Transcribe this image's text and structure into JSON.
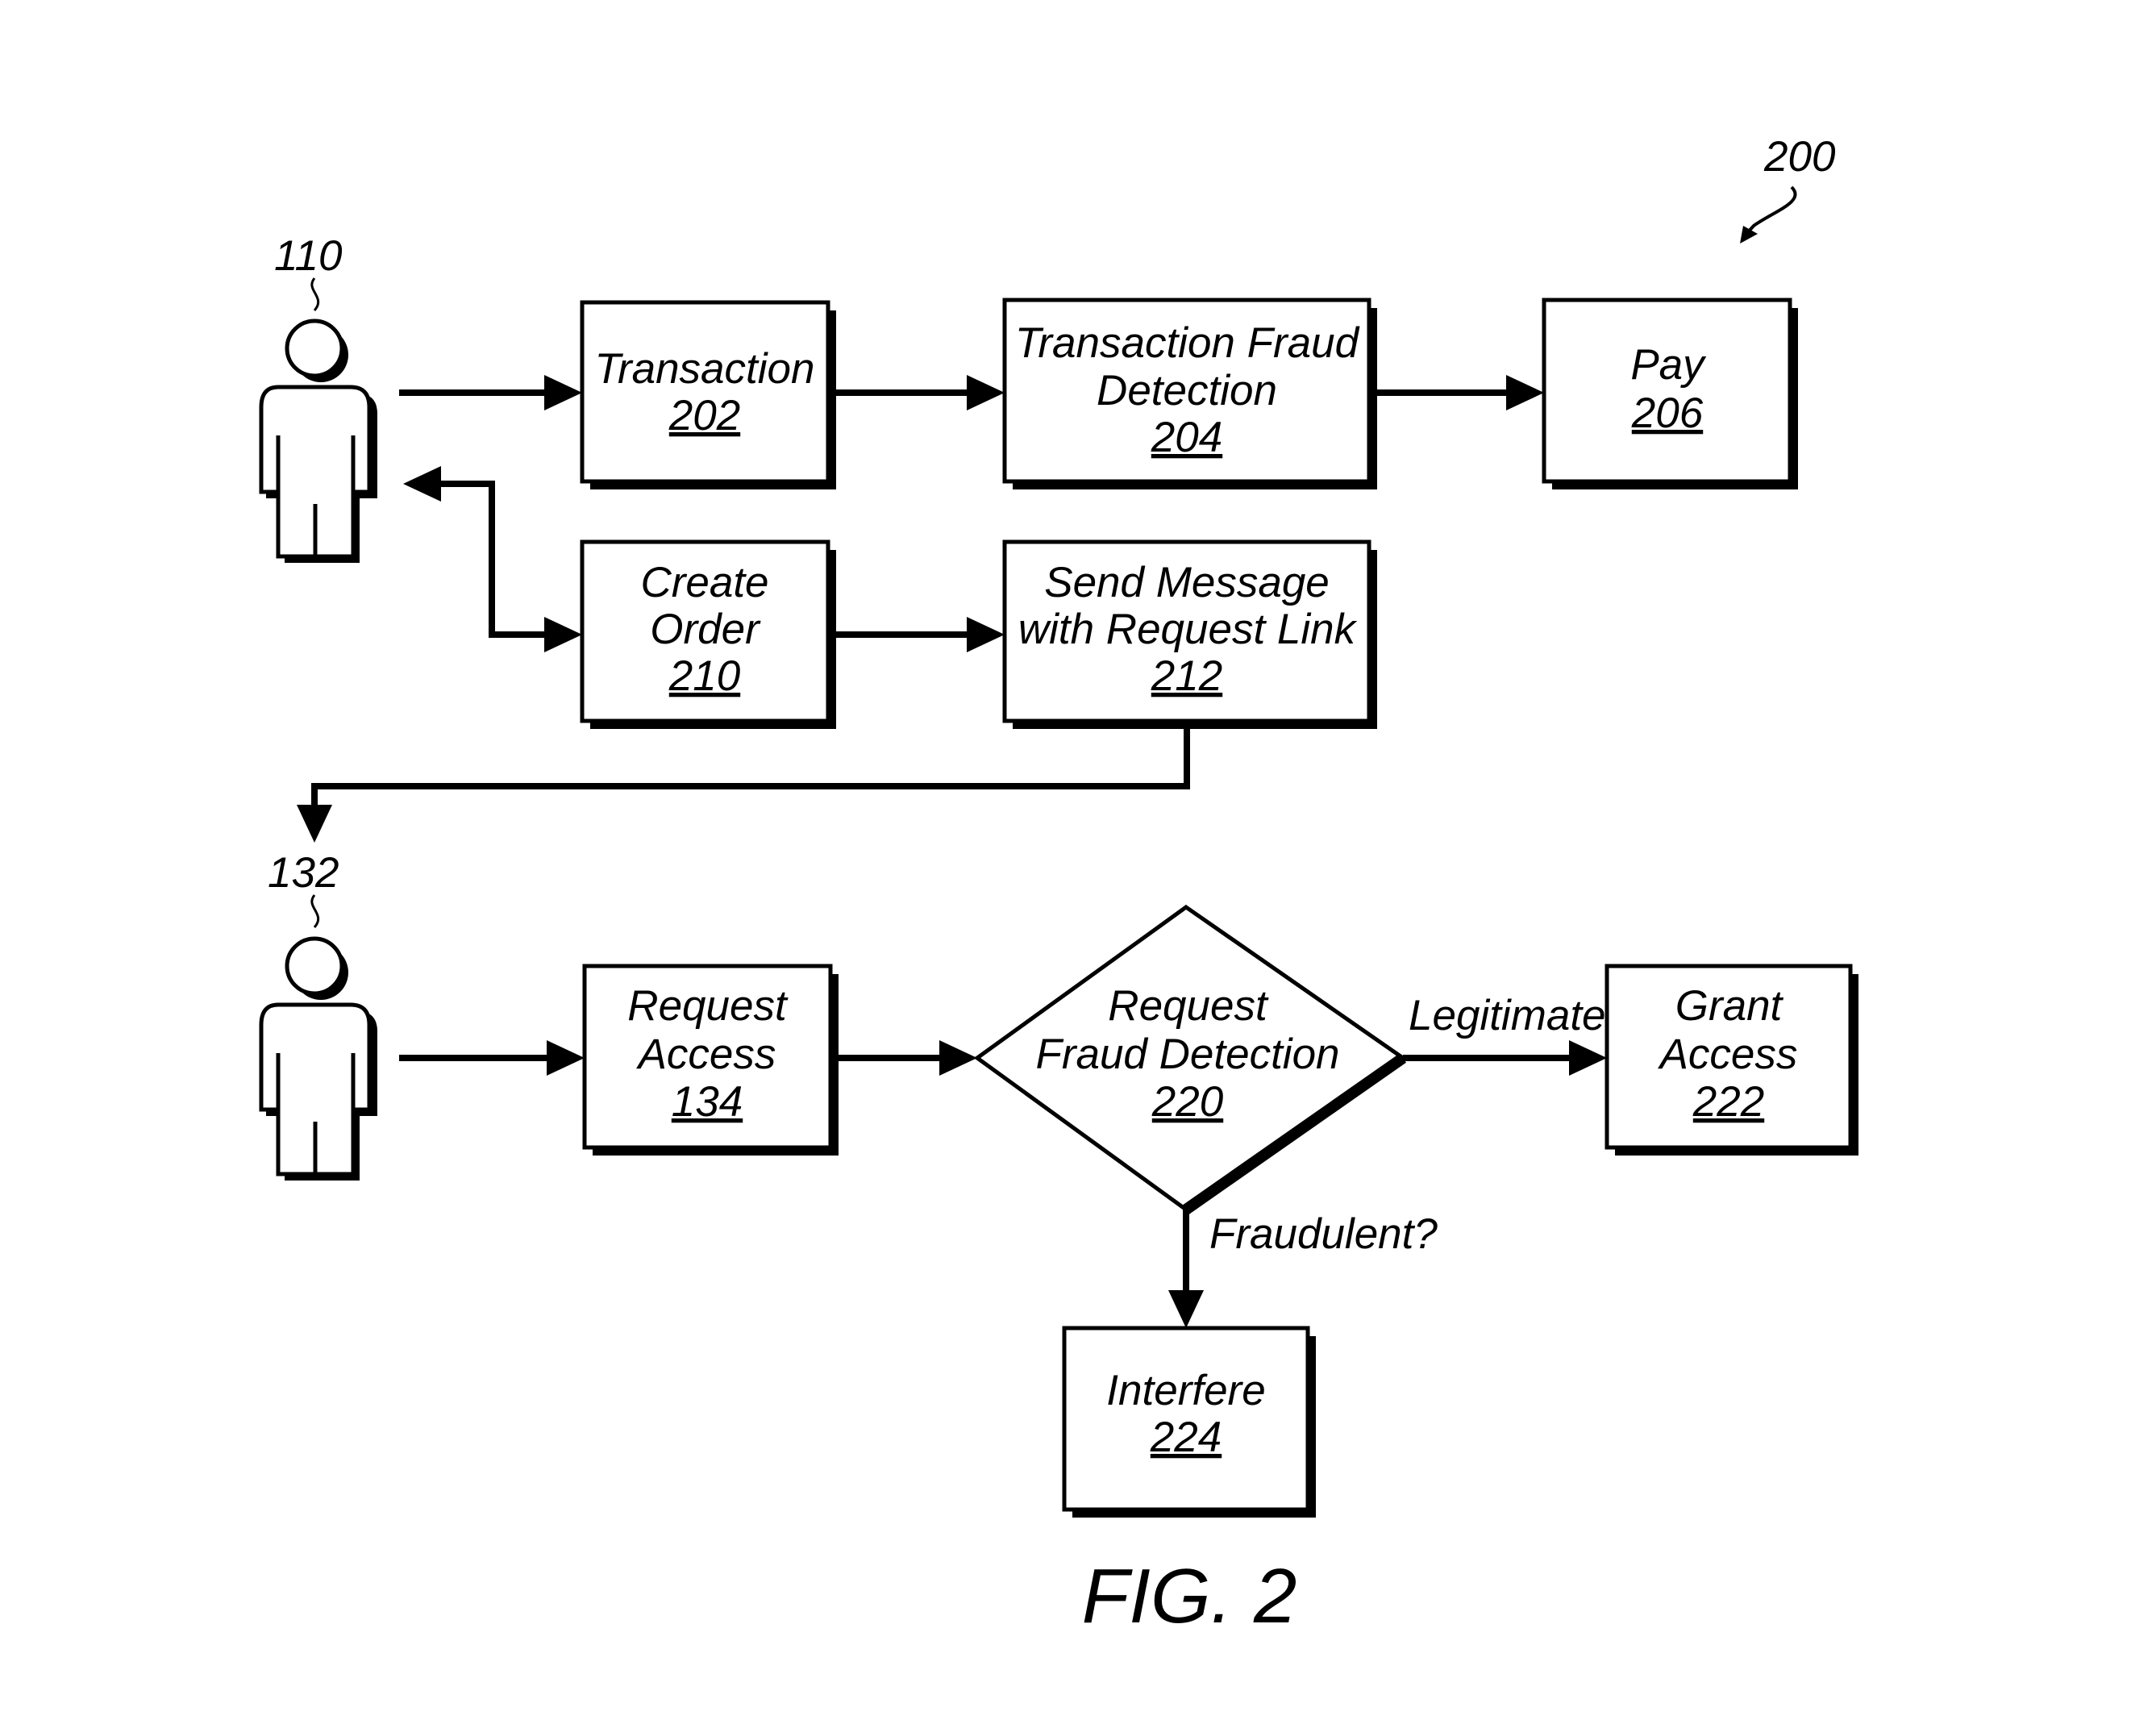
{
  "figure_ref": "200",
  "figure_caption": "FIG. 2",
  "actors": [
    {
      "id": "user",
      "ref": "110"
    },
    {
      "id": "recipient",
      "ref": "132"
    }
  ],
  "nodes": {
    "transaction": {
      "lines": [
        "Transaction"
      ],
      "ref": "202"
    },
    "transaction_fraud_detection": {
      "lines": [
        "Transaction Fraud",
        "Detection"
      ],
      "ref": "204"
    },
    "pay": {
      "lines": [
        "Pay"
      ],
      "ref": "206"
    },
    "create_order": {
      "lines": [
        "Create",
        "Order"
      ],
      "ref": "210"
    },
    "send_message": {
      "lines": [
        "Send Message",
        "with Request Link"
      ],
      "ref": "212"
    },
    "request_access": {
      "lines": [
        "Request",
        "Access"
      ],
      "ref": "134"
    },
    "request_fraud_detection": {
      "lines": [
        "Request",
        "Fraud Detection"
      ],
      "ref": "220"
    },
    "grant_access": {
      "lines": [
        "Grant",
        "Access"
      ],
      "ref": "222"
    },
    "interfere": {
      "lines": [
        "Interfere"
      ],
      "ref": "224"
    }
  },
  "edge_labels": {
    "legitimate": "Legitimate",
    "fraudulent": "Fraudulent?"
  }
}
